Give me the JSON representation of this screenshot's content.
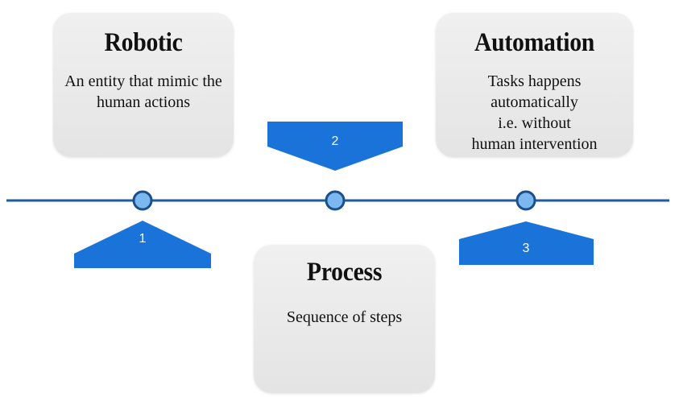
{
  "colors": {
    "accent": "#1a73d9",
    "line": "#1f5e9e",
    "node_fill": "#7cb8f0",
    "node_stroke": "#1b4f8a",
    "card": "#e8e8e8",
    "text": "#111111"
  },
  "cards": [
    {
      "id": "robotic",
      "title": "Robotic",
      "desc_lines": [
        "An entity that mimic the",
        "human actions"
      ]
    },
    {
      "id": "process",
      "title": "Process",
      "desc_lines": [
        "Sequence of steps"
      ]
    },
    {
      "id": "automation",
      "title": "Automation",
      "desc_lines": [
        "Tasks happens automatically",
        "i.e. without",
        "human intervention"
      ]
    }
  ],
  "markers": [
    {
      "number": "1"
    },
    {
      "number": "2"
    },
    {
      "number": "3"
    }
  ]
}
